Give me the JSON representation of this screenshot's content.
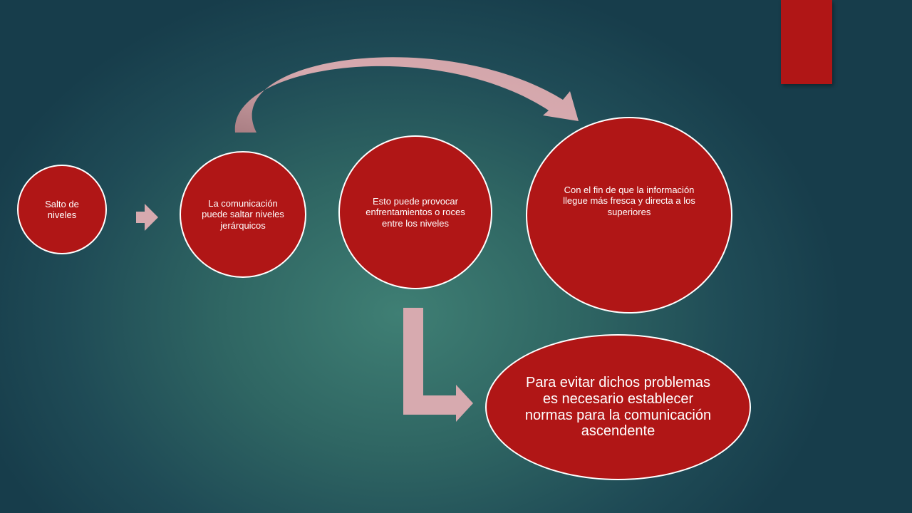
{
  "colors": {
    "node_fill": "#b01616",
    "node_border": "#ffffff",
    "arrow_fill": "#d7aaaf",
    "accent_bar": "#b01616"
  },
  "nodes": [
    {
      "text": "Salto de niveles"
    },
    {
      "text": "La comunicación puede saltar niveles jerárquicos"
    },
    {
      "text": "Esto puede provocar enfrentamientos o roces entre los niveles"
    },
    {
      "text": "Con el fin de que la información llegue más fresca y directa a los superiores"
    },
    {
      "text": "Para evitar dichos problemas es necesario establecer normas para la comunicación ascendente"
    }
  ],
  "connectors": [
    {
      "from": "Salto de niveles",
      "to": "La comunicación puede saltar niveles jerárquicos",
      "style": "block-arrow-right"
    },
    {
      "from": "La comunicación puede saltar niveles jerárquicos",
      "to": "Con el fin de que la información llegue más fresca y directa a los superiores",
      "style": "curved-arrow"
    },
    {
      "from": "Esto puede provocar enfrentamientos o roces entre los niveles",
      "to": "Para evitar dichos problemas es necesario establecer normas para la comunicación ascendente",
      "style": "bent-arrow"
    }
  ]
}
